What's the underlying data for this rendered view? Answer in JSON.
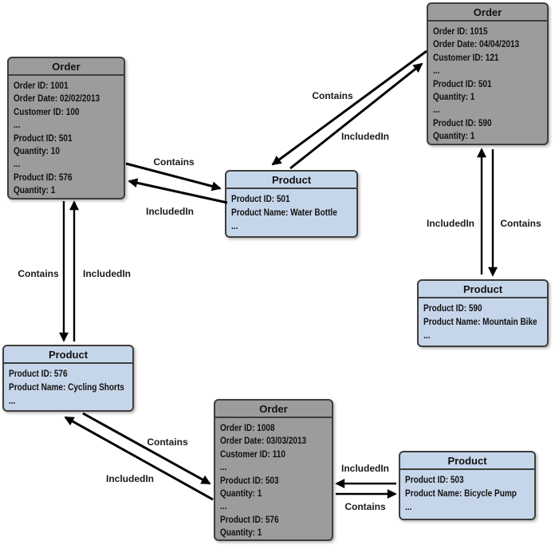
{
  "diagram": {
    "nodes": [
      {
        "id": "order-1001",
        "type": "Order",
        "title": "Order",
        "lines": [
          "Order ID: 1001",
          "Order Date: 02/02/2013",
          "Customer ID: 100",
          "...",
          "Product ID: 501",
          "Quantity: 10",
          "...",
          "Product ID: 576",
          "Quantity: 1"
        ]
      },
      {
        "id": "order-1015",
        "type": "Order",
        "title": "Order",
        "lines": [
          "Order ID: 1015",
          "Order Date: 04/04/2013",
          "Customer ID: 121",
          "...",
          "Product ID: 501",
          "Quantity: 1",
          "...",
          "Product ID: 590",
          "Quantity: 1"
        ]
      },
      {
        "id": "product-501",
        "type": "Product",
        "title": "Product",
        "lines": [
          "Product ID: 501",
          "Product Name: Water Bottle",
          "..."
        ]
      },
      {
        "id": "product-590",
        "type": "Product",
        "title": "Product",
        "lines": [
          "Product ID: 590",
          "Product Name: Mountain Bike",
          "..."
        ]
      },
      {
        "id": "product-576",
        "type": "Product",
        "title": "Product",
        "lines": [
          "Product ID: 576",
          "Product Name: Cycling Shorts",
          "..."
        ]
      },
      {
        "id": "order-1008",
        "type": "Order",
        "title": "Order",
        "lines": [
          "Order ID: 1008",
          "Order Date: 03/03/2013",
          "Customer ID: 110",
          "...",
          "Product ID: 503",
          "Quantity: 1",
          "...",
          "Product ID: 576",
          "Quantity: 1"
        ]
      },
      {
        "id": "product-503",
        "type": "Product",
        "title": "Product",
        "lines": [
          "Product ID: 503",
          "Product Name: Bicycle Pump",
          "..."
        ]
      }
    ],
    "edges": [
      {
        "from": "order-1001",
        "to": "product-501",
        "label": "Contains"
      },
      {
        "from": "product-501",
        "to": "order-1001",
        "label": "IncludedIn"
      },
      {
        "from": "order-1015",
        "to": "product-501",
        "label": "Contains"
      },
      {
        "from": "product-501",
        "to": "order-1015",
        "label": "IncludedIn"
      },
      {
        "from": "order-1001",
        "to": "product-576",
        "label": "Contains"
      },
      {
        "from": "product-576",
        "to": "order-1001",
        "label": "IncludedIn"
      },
      {
        "from": "product-590",
        "to": "order-1015",
        "label": "IncludedIn"
      },
      {
        "from": "order-1015",
        "to": "product-590",
        "label": "Contains"
      },
      {
        "from": "product-576",
        "to": "order-1008",
        "label": "Contains"
      },
      {
        "from": "order-1008",
        "to": "product-576",
        "label": "IncludedIn"
      },
      {
        "from": "product-503",
        "to": "order-1008",
        "label": "IncludedIn"
      },
      {
        "from": "order-1008",
        "to": "product-503",
        "label": "Contains"
      }
    ],
    "colors": {
      "order_fill": "#9c9c9c",
      "product_fill": "#c6d6ea",
      "node_border": "#3e3e3e",
      "arrow": "#000000",
      "text": "#111111"
    }
  }
}
